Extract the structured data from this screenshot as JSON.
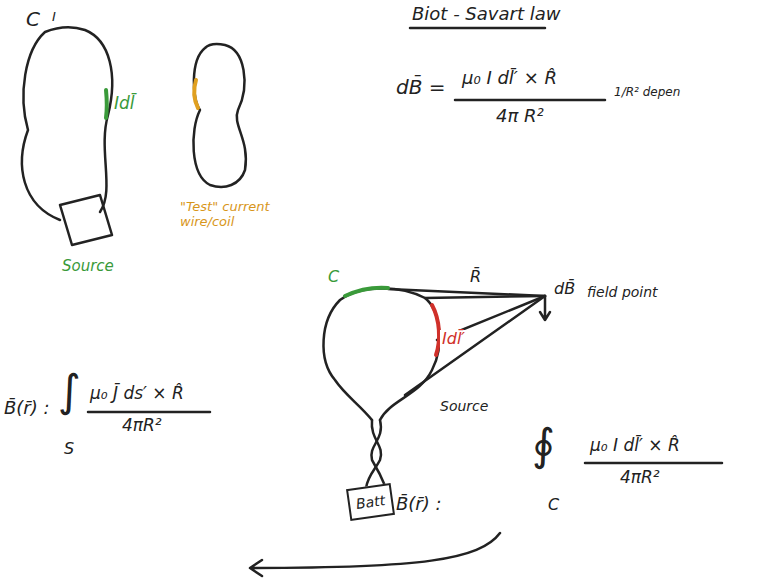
{
  "diagram": {
    "nodes": [
      {
        "text": [
          "Batt"
        ]
      }
    ],
    "labels": [
      "Biot - Savart law",
      "C",
      "I",
      "Idl̄",
      "Source",
      "\"Test\" current wire/coil",
      "dB̄ =",
      "μ₀ I dl̄′ × R̂",
      "4π R²",
      "1/R² depen",
      "C",
      "R̄",
      "dB̄",
      "field point",
      "Idl̄′",
      "Source",
      "B̄(r̄) :",
      "∫",
      "S",
      "μ₀ J̄ ds′ × R̂",
      "4πR²",
      "B̄(r̄) :",
      "∮",
      "C",
      "μ₀ I dl̄′ × R̂",
      "4πR²"
    ]
  }
}
